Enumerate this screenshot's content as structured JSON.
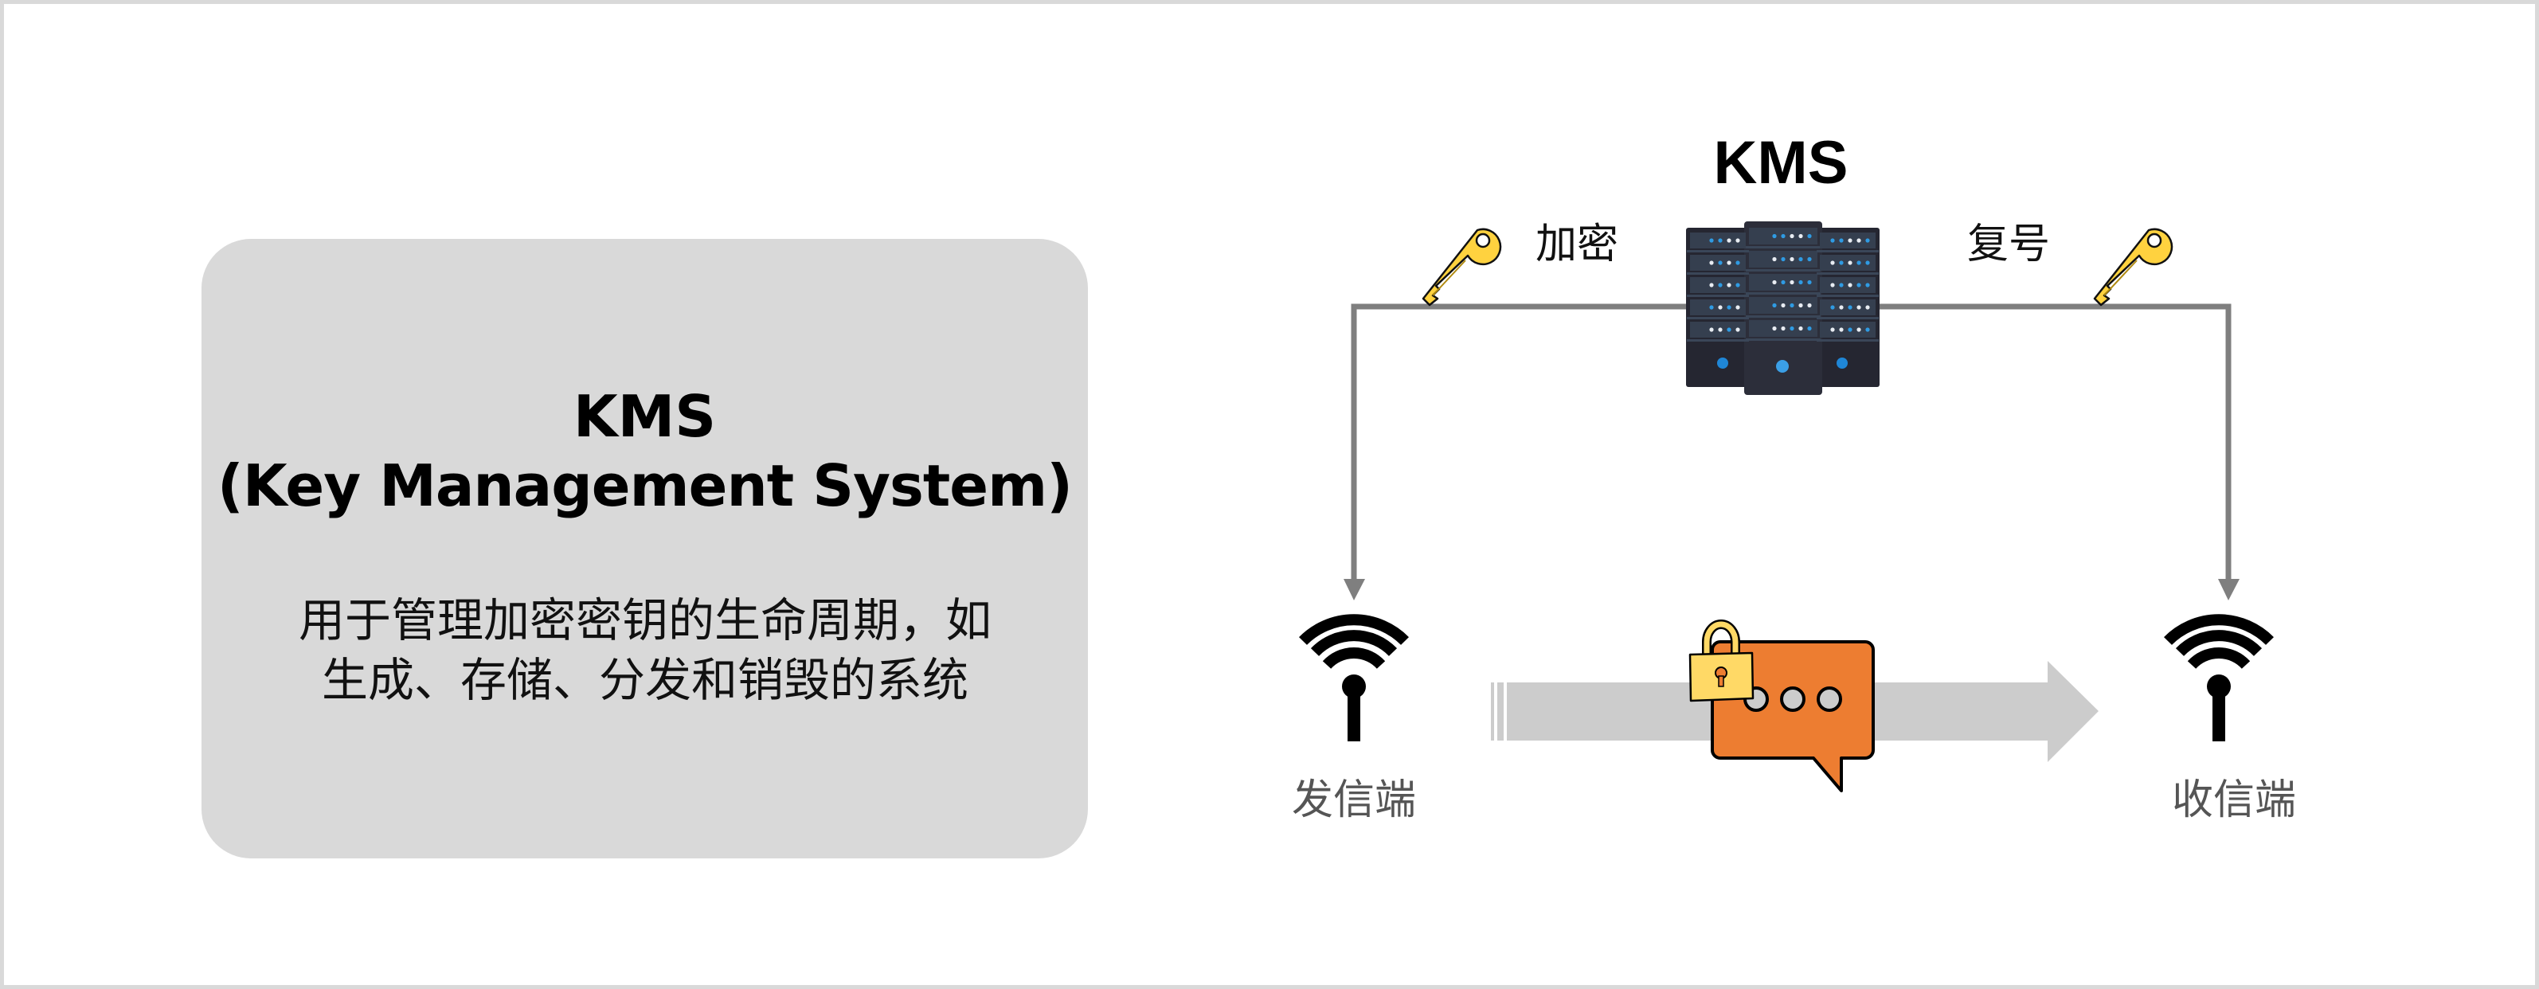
{
  "panel": {
    "title_line1": "KMS",
    "title_line2": "(Key Management System)",
    "description_line1": "用于管理加密密钥的生命周期，如",
    "description_line2": "生成、存储、分发和销毁的系统"
  },
  "diagram": {
    "kms_label": "KMS",
    "encrypt_label": "加密",
    "decrypt_label": "复号",
    "sender_label": "发信端",
    "receiver_label": "收信端",
    "icons": {
      "server": "server-rack-icon",
      "encrypt_key": "key-icon",
      "decrypt_key": "key-icon",
      "sender": "antenna-icon",
      "receiver": "antenna-icon",
      "message": "chat-bubble-icon",
      "lock": "padlock-icon"
    }
  },
  "colors": {
    "frame_border": "#d9d9d9",
    "panel_bg": "#d9d9d9",
    "connector_line": "#7f7f7f",
    "transfer_arrow": "#cccccc",
    "message_bubble": "#ed7d31",
    "lock": "#ffd966",
    "key": "#ffd23f",
    "server_body": "#252631",
    "server_led_blue": "#2f9be3"
  }
}
